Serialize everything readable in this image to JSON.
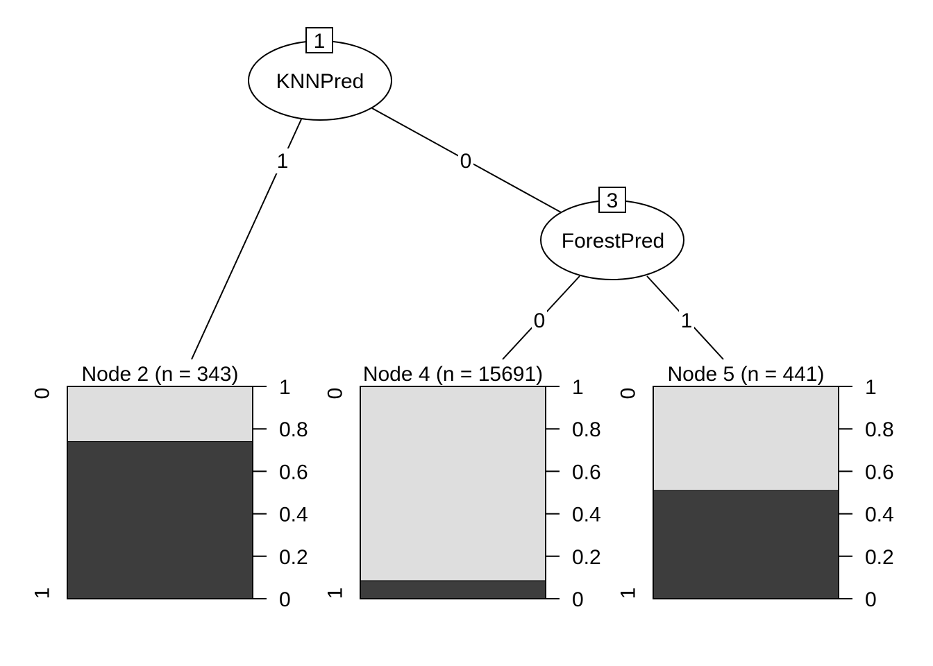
{
  "tree": {
    "inner_nodes": [
      {
        "id": "1",
        "variable": "KNNPred"
      },
      {
        "id": "3",
        "variable": "ForestPred"
      }
    ],
    "edges": [
      {
        "from": "1",
        "to": "2",
        "label": "1"
      },
      {
        "from": "1",
        "to": "3",
        "label": "0"
      },
      {
        "from": "3",
        "to": "4",
        "label": "0"
      },
      {
        "from": "3",
        "to": "5",
        "label": "1"
      }
    ],
    "terminal_nodes": [
      {
        "id": "2",
        "title": "Node 2 (n = 343)",
        "n": 343,
        "fraction_class_1": 0.74
      },
      {
        "id": "4",
        "title": "Node 4 (n = 15691)",
        "n": 15691,
        "fraction_class_1": 0.085
      },
      {
        "id": "5",
        "title": "Node 5 (n = 441)",
        "n": 441,
        "fraction_class_1": 0.51
      }
    ],
    "class_labels": {
      "top": "0",
      "bottom": "1"
    },
    "axis_ticks": [
      "1",
      "0.8",
      "0.6",
      "0.4",
      "0.2",
      "0"
    ],
    "colors": {
      "class_0": "#dedede",
      "class_1": "#3d3d3d",
      "stroke": "#000000"
    }
  }
}
